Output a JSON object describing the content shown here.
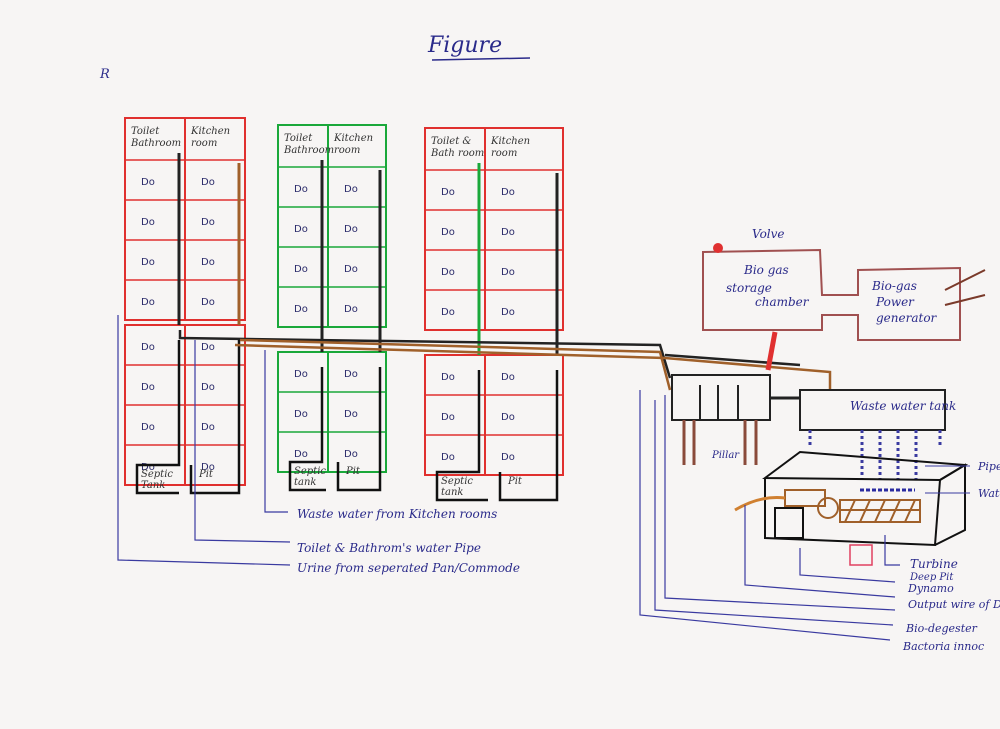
{
  "title": "Figure",
  "corner_mark": "R",
  "buildings": [
    {
      "headers": [
        "Toilet Bathroom",
        "Kitchen room"
      ],
      "color": "#e0302e",
      "upper_cells": [
        "Do",
        "Do",
        "Do",
        "Do"
      ],
      "lower_cells": [
        "Do",
        "Do",
        "Do",
        "Do"
      ],
      "tanks": [
        "Septic Tank",
        "Pit"
      ]
    },
    {
      "headers": [
        "Toilet Bathroom",
        "Kitchen room"
      ],
      "color": "#1aa83a",
      "upper_cells": [
        "Do",
        "Do",
        "Do",
        "Do"
      ],
      "lower_cells": [
        "Do",
        "Do",
        "Do"
      ],
      "tanks": [
        "Septic tank",
        "Pit"
      ]
    },
    {
      "headers": [
        "Toilet & Bath room",
        "Kitchen room"
      ],
      "color": "#e0302e",
      "upper_cells": [
        "Do",
        "Do",
        "Do",
        "Do"
      ],
      "lower_cells": [
        "Do",
        "Do",
        "Do"
      ],
      "tanks": [
        "Septic tank",
        "Pit"
      ]
    }
  ],
  "biogas": {
    "valve": "Volve",
    "storage": [
      "Bio gas",
      "storage",
      "chamber"
    ],
    "generator": [
      "Bio-gas",
      "Power",
      "generator"
    ]
  },
  "waste_tank": "Waste water tank",
  "pillar": "Pillar",
  "left_legend": [
    "Waste water from Kitchen rooms",
    "Toilet & Bathrom's water Pipe",
    "Urine from seperated Pan/Commode"
  ],
  "right_legend_top": [
    "Pipe water",
    "Water falling turbine"
  ],
  "right_legend": [
    "Turbine",
    "Deep Pit",
    "Dynamo",
    "Output wire of Dynamo",
    "Bio-degester",
    "Bactoria innoc"
  ]
}
